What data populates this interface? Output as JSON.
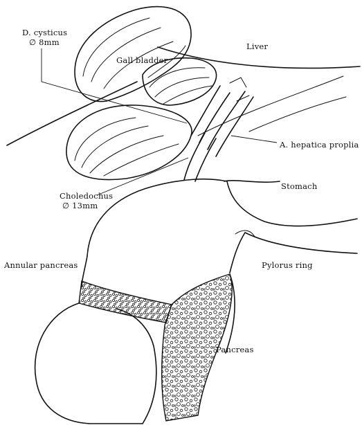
{
  "labels": {
    "d_cysticus": "D. cysticus",
    "d_cysticus_size": "∅ 8mm",
    "gall_bladder": "Gall bladder",
    "liver": "Liver",
    "a_hepatica": "A. hepatica proplia",
    "stomach": "Stomach",
    "choledochus": "Choledochus",
    "choledochus_size": "∅ 13mm",
    "annular_pancreas": "Annular pancreas",
    "pylorus_ring": "Pylorus ring",
    "pancreas": "Pancreas"
  },
  "colors": {
    "ink": "#111111",
    "paper": "#ffffff"
  }
}
